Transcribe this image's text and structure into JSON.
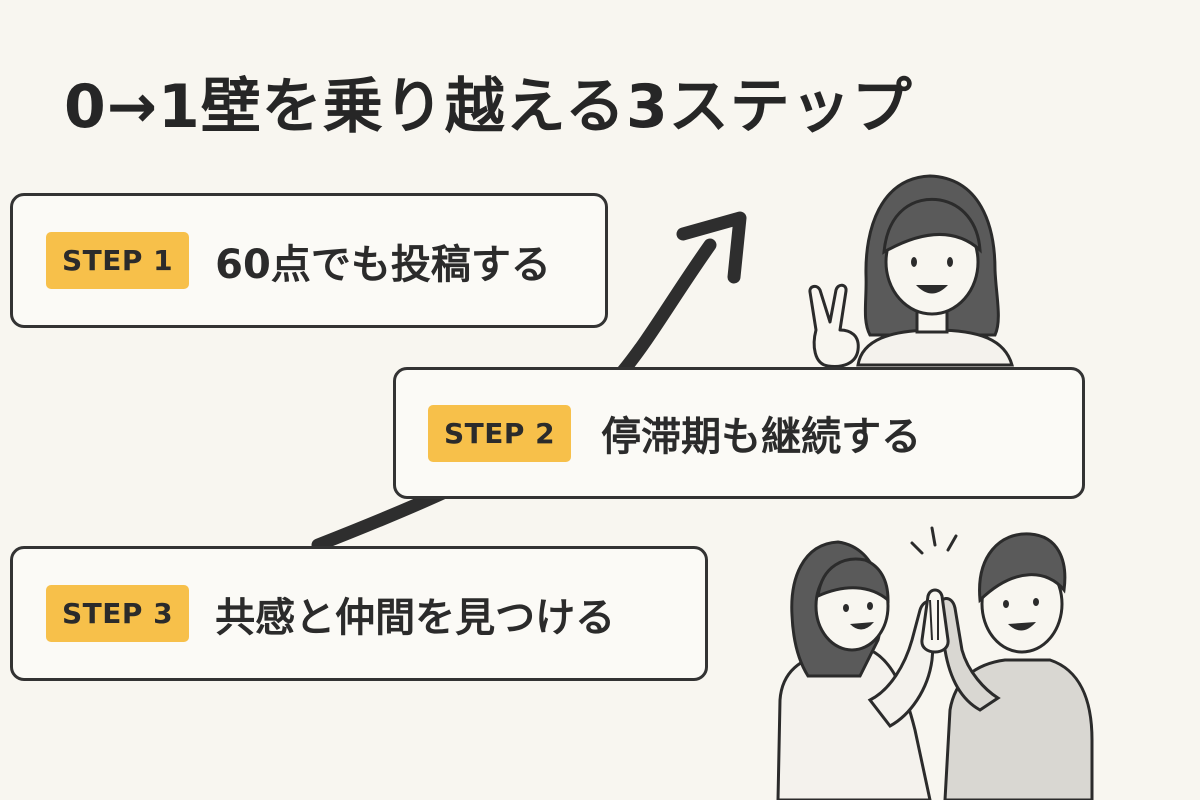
{
  "title": "0→1壁を乗り越える3ステップ",
  "steps": [
    {
      "badge": "STEP 1",
      "text": "60点でも投稿する"
    },
    {
      "badge": "STEP 2",
      "text": "停滞期も継続する"
    },
    {
      "badge": "STEP 3",
      "text": "共感と仲間を見つける"
    }
  ],
  "colors": {
    "background": "#f8f6f0",
    "badge": "#f7c04a",
    "ink": "#2b2b2b",
    "hair": "#555555",
    "shirt_light": "#f4f2ed",
    "shirt_gray": "#d9d7d2"
  },
  "icons": [
    "upward-arrow",
    "peace-sign-woman",
    "high-five-couple"
  ]
}
